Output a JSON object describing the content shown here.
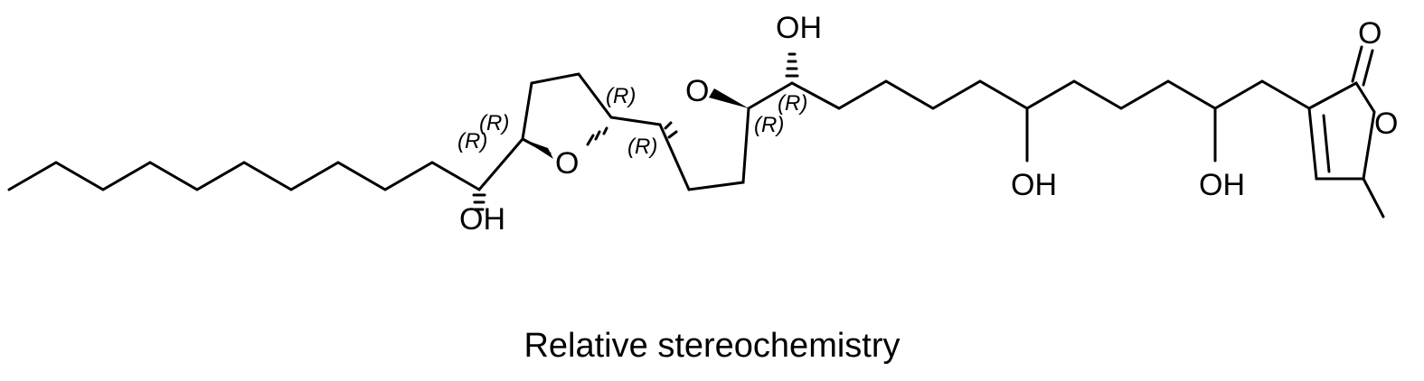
{
  "molecule": {
    "atom_labels": {
      "oh_1": "OH",
      "oh_2": "OH",
      "oh_3": "OH",
      "oh_4": "OH",
      "ring_o_1": "O",
      "ring_o_2": "O",
      "carbonyl_o": "O",
      "lactone_o": "O"
    },
    "stereo_descriptors": {
      "r1": "(R)",
      "r2": "(R)",
      "r3": "(R)",
      "r4": "(R)",
      "r5": "(R)",
      "r6": "(R)"
    }
  },
  "caption": "Relative stereochemistry"
}
